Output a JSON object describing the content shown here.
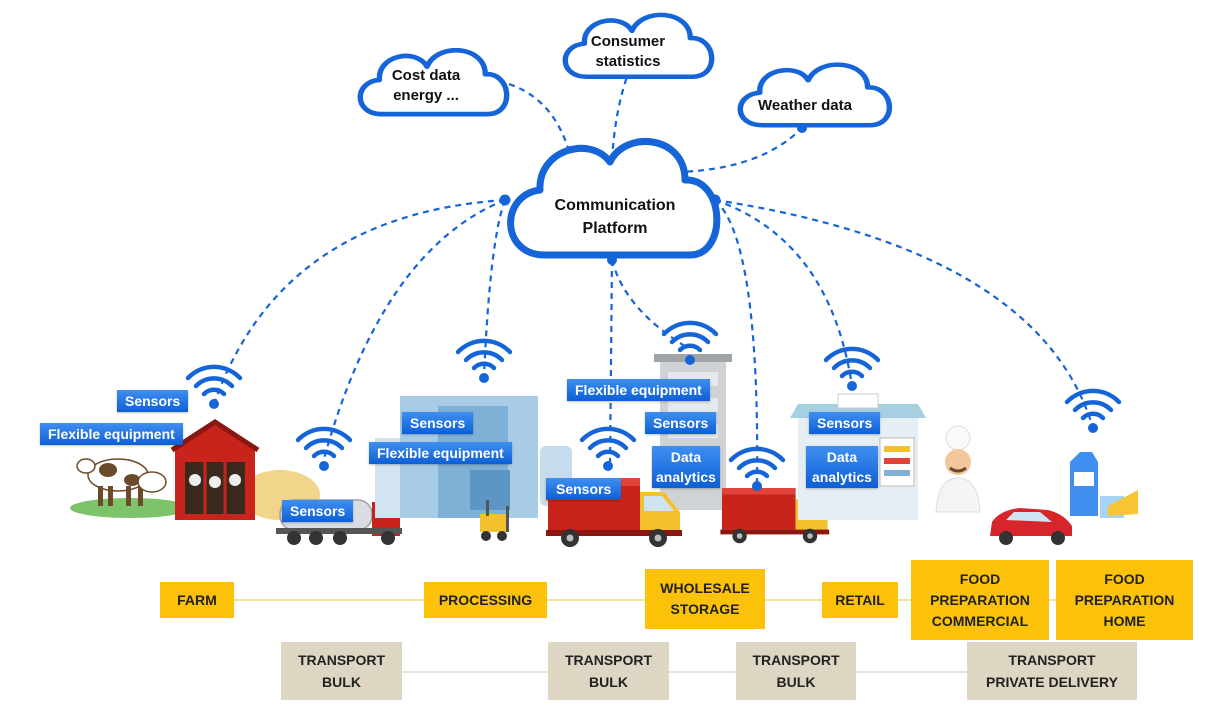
{
  "platform": {
    "label": "Communication\nPlatform"
  },
  "clouds": [
    {
      "id": "cost",
      "label": "Cost data\nenergy ..."
    },
    {
      "id": "consumer",
      "label": "Consumer\nstatistics"
    },
    {
      "id": "weather",
      "label": "Weather data"
    }
  ],
  "tags": {
    "farm_sensors": "Sensors",
    "farm_flexible": "Flexible equipment",
    "tanker_sensors": "Sensors",
    "processing_sensors": "Sensors",
    "processing_flexible": "Flexible equipment",
    "truck_sensors": "Sensors",
    "warehouse_flexible": "Flexible equipment",
    "warehouse_sensors": "Sensors",
    "warehouse_analytics": "Data\nanalytics",
    "retail_sensors": "Sensors",
    "retail_analytics": "Data\nanalytics"
  },
  "stages": [
    "FARM",
    "PROCESSING",
    "WHOLESALE\nSTORAGE",
    "RETAIL",
    "FOOD\nPREPARATION\nCOMMERCIAL",
    "FOOD\nPREPARATION\nHOME"
  ],
  "transport": [
    "TRANSPORT\nBULK",
    "TRANSPORT\nBULK",
    "TRANSPORT\nBULK",
    "TRANSPORT\nPRIVATE DELIVERY"
  ],
  "colors": {
    "accent_blue": "#1565d8",
    "stage_yellow": "#fcc20a",
    "transport_beige": "#ddd6c3",
    "truck_red": "#c8241c"
  },
  "icons": [
    "wifi-icon",
    "cloud-icon",
    "cow-icon",
    "barn-icon",
    "tanker-truck-icon",
    "factory-icon",
    "forklift-icon",
    "delivery-truck-icon",
    "warehouse-icon",
    "shop-icon",
    "chef-icon",
    "car-icon",
    "milk-cheese-icon"
  ]
}
